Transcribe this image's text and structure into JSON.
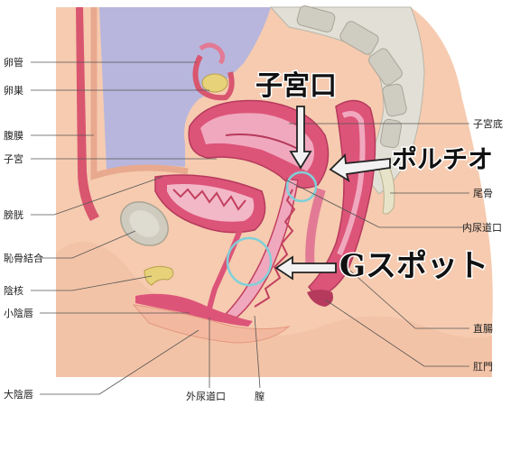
{
  "labels_left": {
    "fallopian_tube": "卵管",
    "ovary": "卵巣",
    "peritoneum": "腹膜",
    "uterus": "子宮",
    "bladder": "膀胱",
    "pubic_symphysis": "恥骨結合",
    "clitoris": "陰核",
    "labia_minora": "小陰唇",
    "labia_majora": "大陰唇"
  },
  "labels_right": {
    "fundus": "子宮底",
    "coccyx": "尾骨",
    "internal_urethral_orifice": "内尿道口",
    "rectum": "直腸",
    "anus": "肛門"
  },
  "labels_bottom": {
    "external_urethral_orifice": "外尿道口",
    "vagina": "膣"
  },
  "callouts": {
    "cervix": "子宮口",
    "portio": "ポルチオ",
    "g_spot": "Gスポット"
  },
  "colors": {
    "skin": "#f6cbb0",
    "skin_dark": "#e9a988",
    "pelvis_fill": "#b7b5dc",
    "organ_pink": "#dd5479",
    "organ_light": "#f0a8be",
    "bone": "#dcdcd4",
    "highlight_ring": "#7fd0d8"
  }
}
